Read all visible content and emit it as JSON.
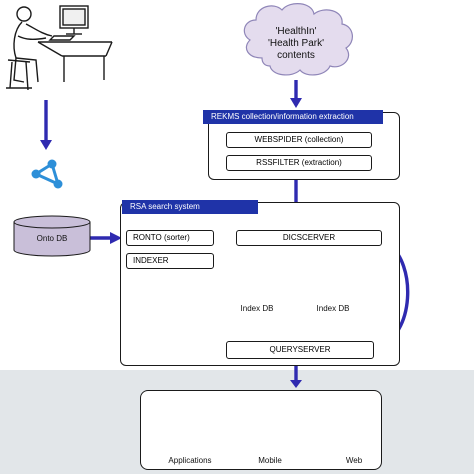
{
  "cloud": {
    "line1": "'HealthIn'",
    "line2": "'Health Park'",
    "line3": "contents"
  },
  "rekms": {
    "title": "REKMS collection/information extraction",
    "webspider": "WEBSPIDER (collection)",
    "rssfilter": "RSSFILTER (extraction)"
  },
  "onto_db": "Onto DB",
  "rsa": {
    "title": "RSA search system",
    "ronto": "RONTO (sorter)",
    "indexer": "INDEXER",
    "dicsserver": "DICSCERVER",
    "index_db_1": "Index DB",
    "index_db_2": "Index DB",
    "queryserver": "QUERYSERVER"
  },
  "clients": {
    "applications": "Applications",
    "mobile": "Mobile",
    "web": "Web"
  },
  "icons": {
    "user": "person-at-computer-icon",
    "ontology": "ontology-network-icon",
    "cd": "cd-disc-icon",
    "phone": "smartphone-icon",
    "globe": "globe-icon"
  },
  "colors": {
    "arrow": "#2f2ab0",
    "title_bar": "#1f33a8",
    "cylinder": "#c9bfd9",
    "band": "#e2e6e9"
  }
}
